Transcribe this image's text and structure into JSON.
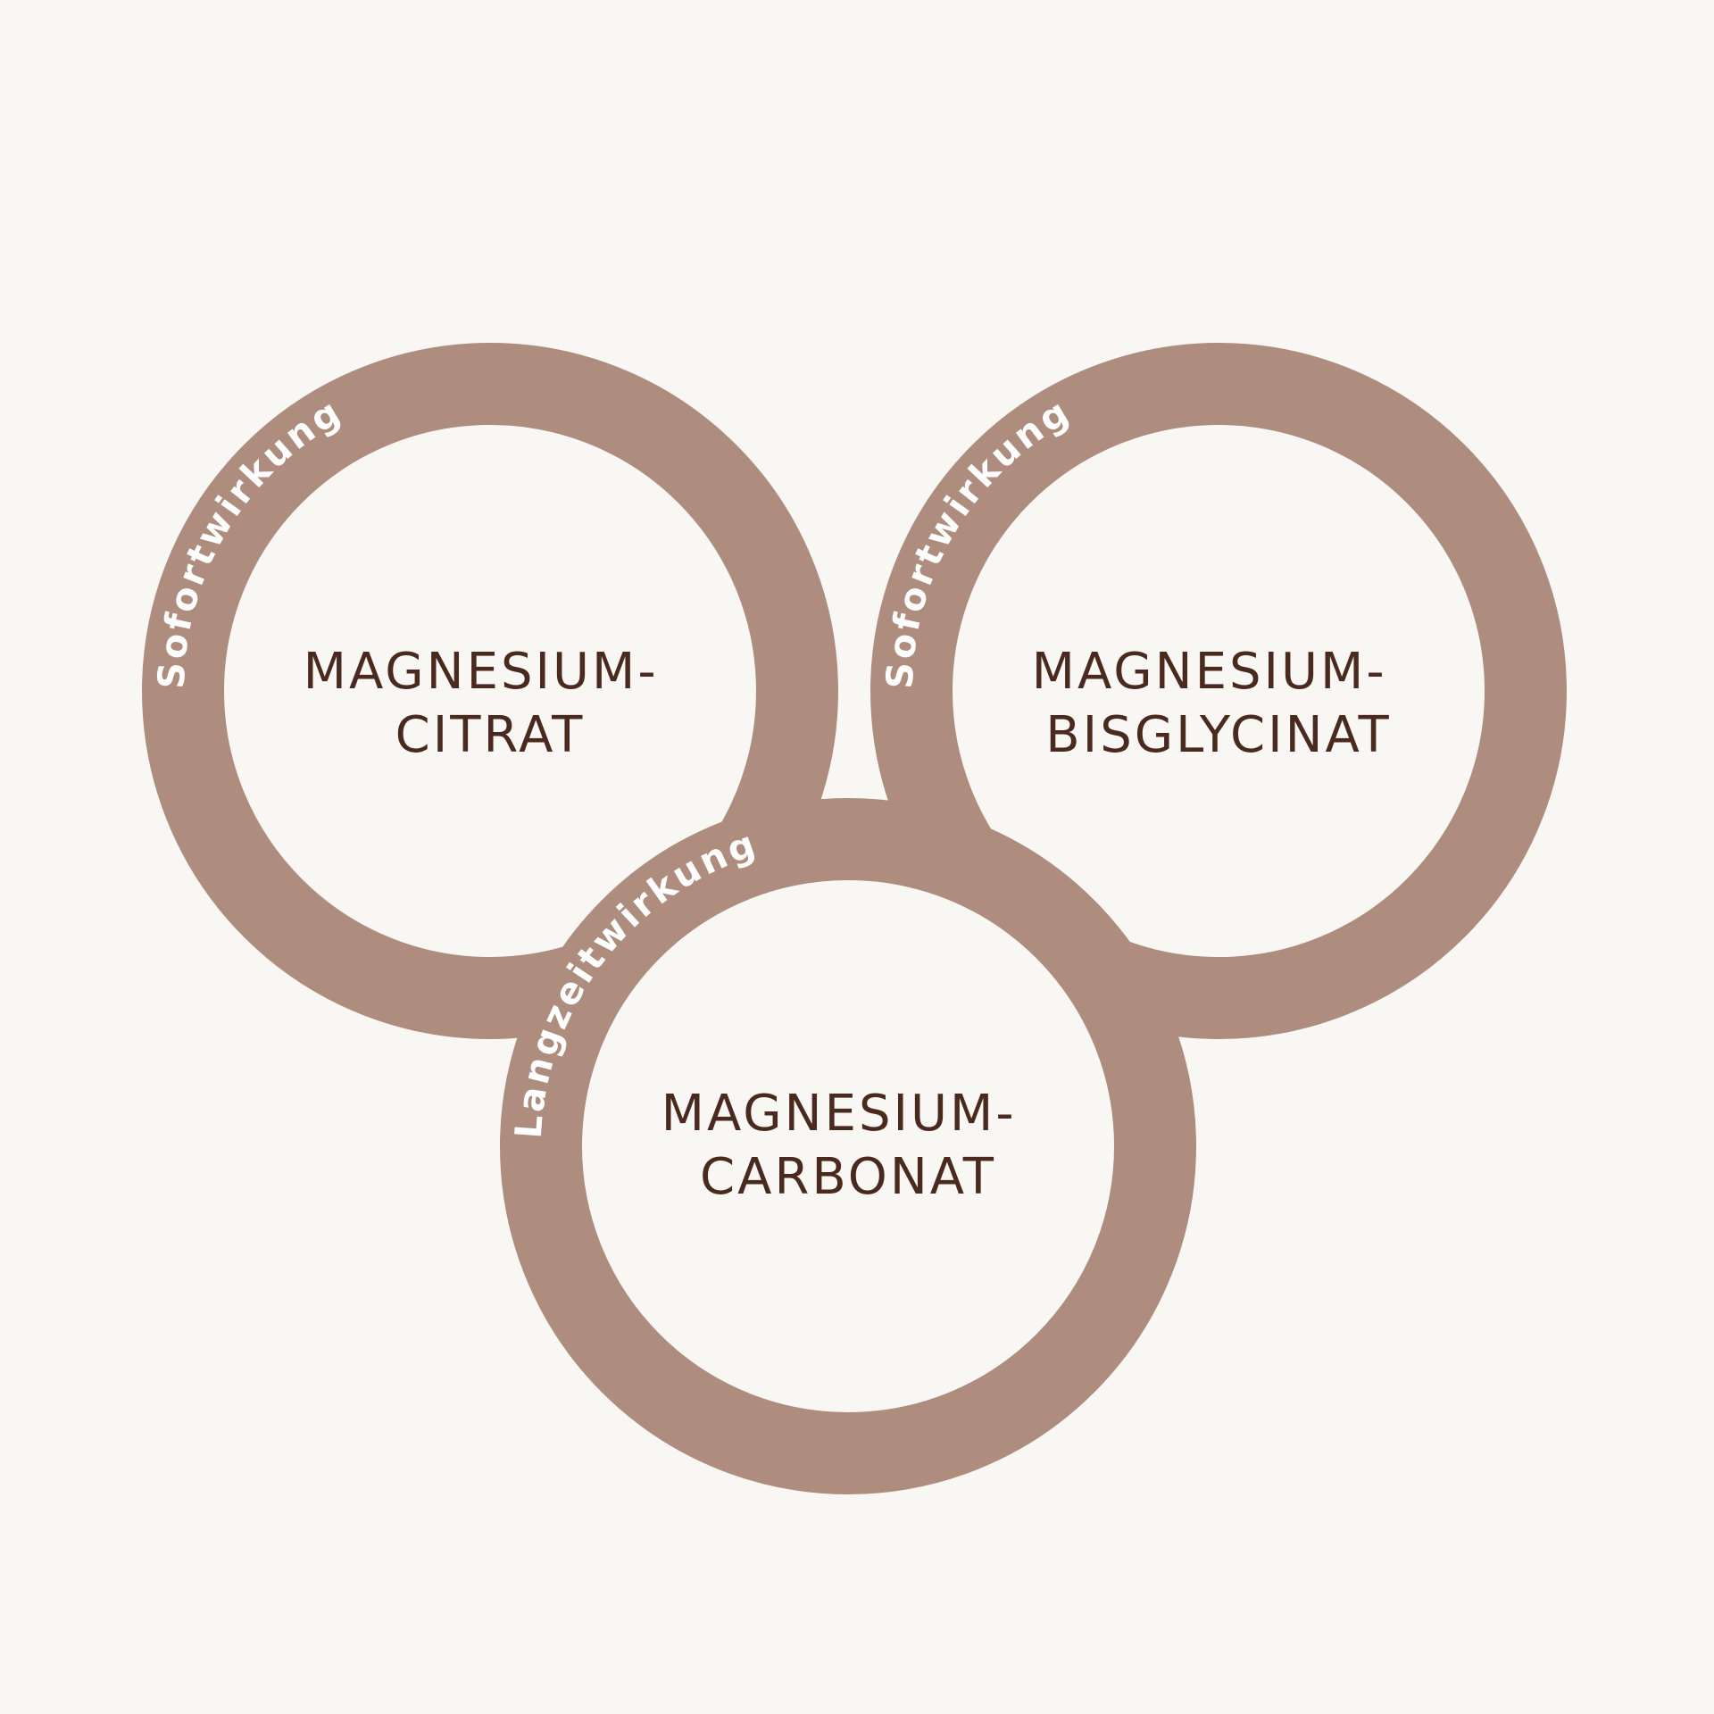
{
  "colors": {
    "background": "#f9f7f4",
    "ring": "#ae8c7e",
    "ring_label": "#ffffff",
    "center_text": "#4a2a1f"
  },
  "circles": [
    {
      "ring_label": "Sofortwirkung",
      "lines": [
        "MAGNESIUM-",
        "CITRAT"
      ]
    },
    {
      "ring_label": "Sofortwirkung",
      "lines": [
        "MAGNESIUM-",
        "BISGLYCINAT"
      ]
    },
    {
      "ring_label": "Langzeitwirkung",
      "lines": [
        "MAGNESIUM-",
        "CARBONAT"
      ]
    }
  ]
}
